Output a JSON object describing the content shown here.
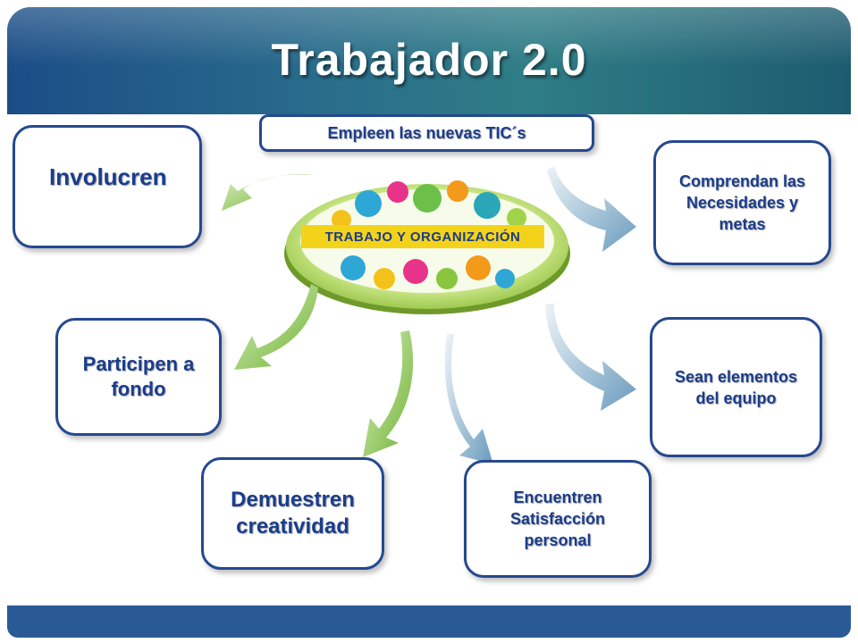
{
  "title": "Trabajador 2.0",
  "center": {
    "label": "TRABAJO Y ORGANIZACIÓN"
  },
  "boxes": {
    "top": "Empleen las nuevas TIC´s",
    "involucren": "Involucren",
    "participen": "Participen a fondo",
    "demuestren": "Demuestren creatividad",
    "encuentren": "Encuentren Satisfacción personal",
    "sean": "Sean elementos del equipo",
    "comprendan": "Comprendan las Necesidades y metas"
  },
  "colors": {
    "border": "#25498f",
    "text": "#1b3d8a",
    "green_arrow": "#7cbb3c",
    "blue_arrow": "#7fa8c4",
    "label_bg": "#f3d31a"
  }
}
